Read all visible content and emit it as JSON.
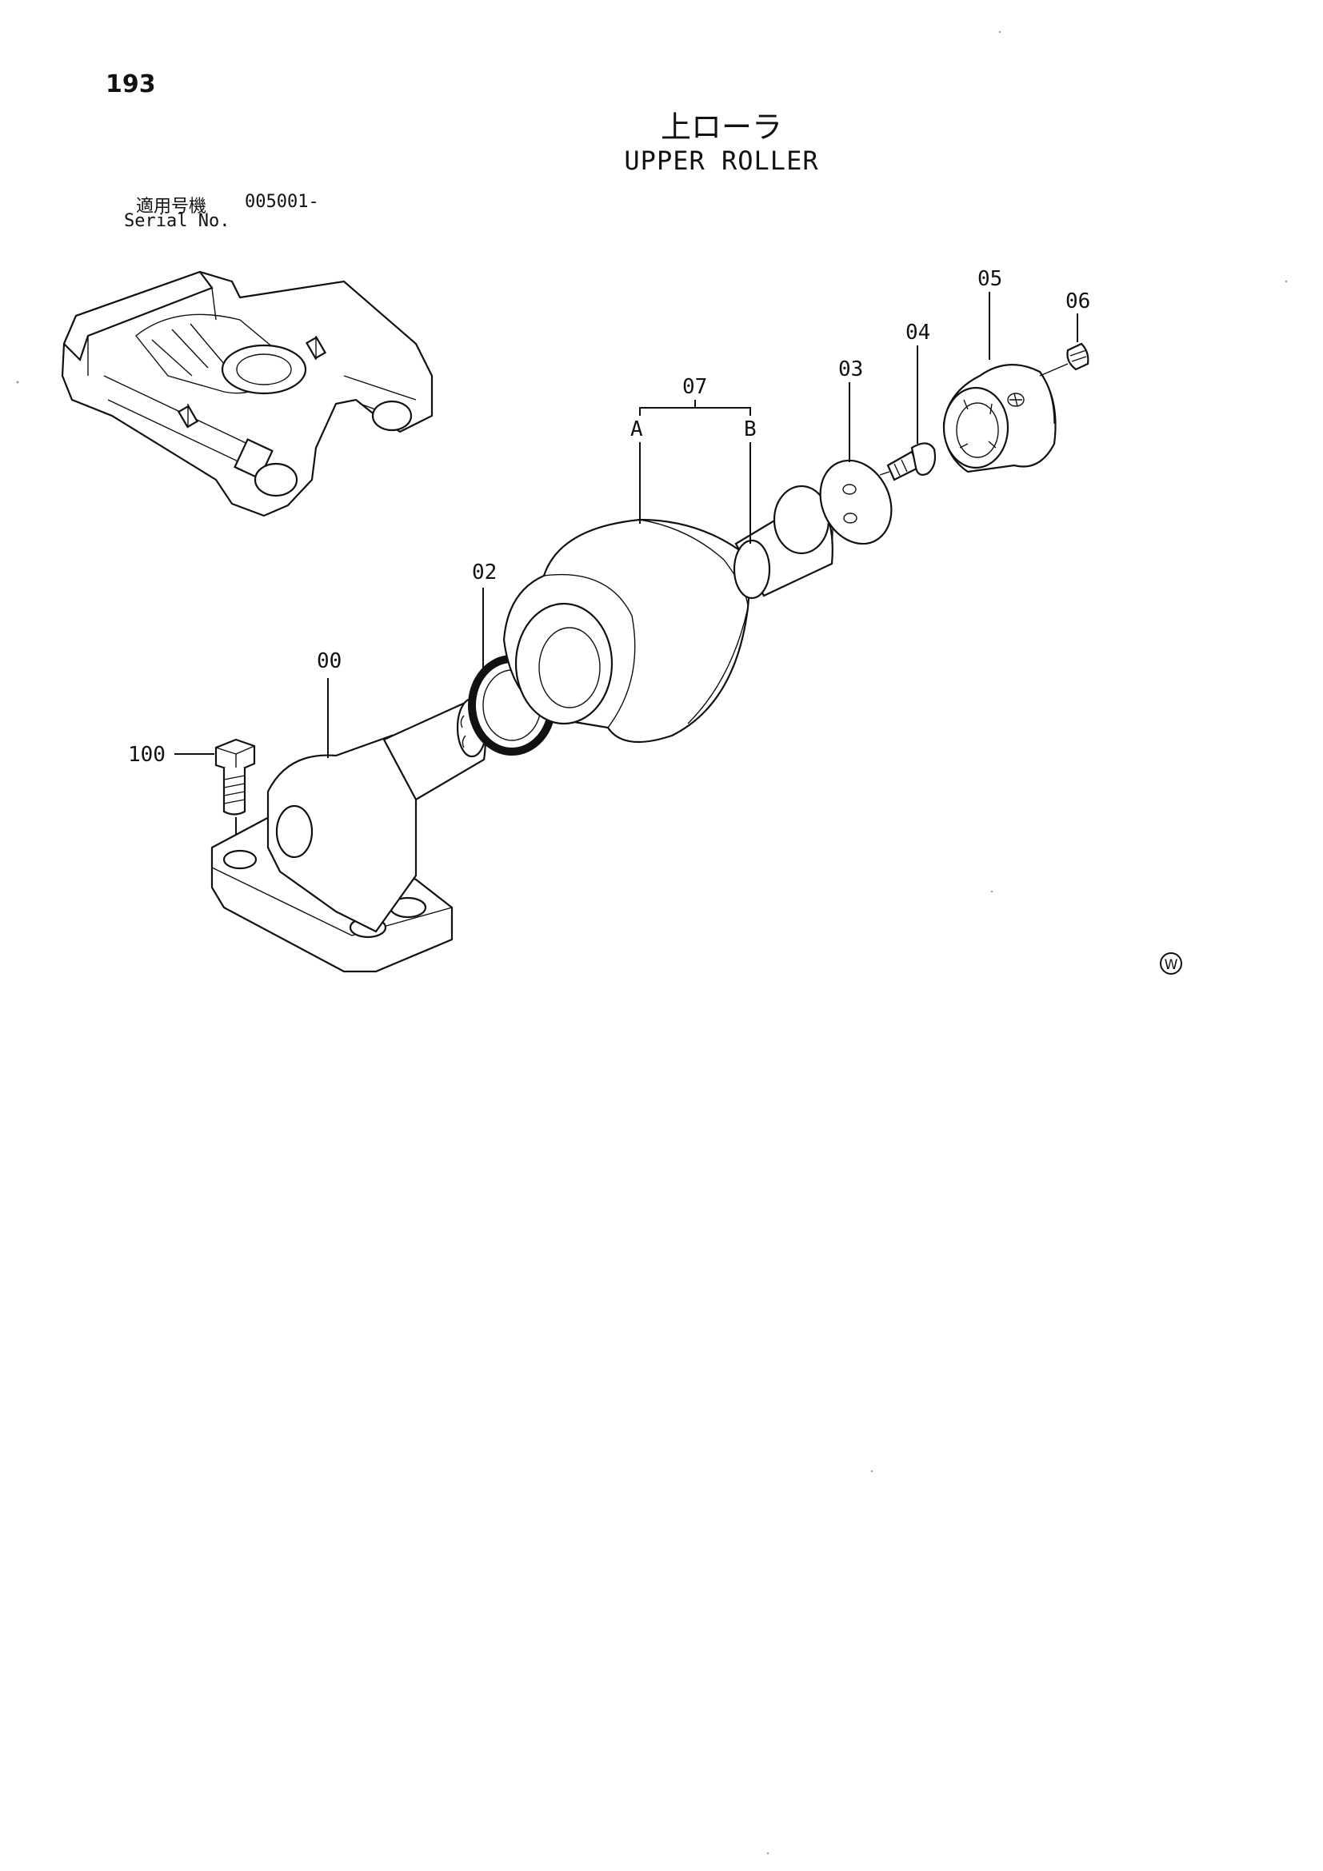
{
  "page_number": "193",
  "title_jp": "上ローラ",
  "title_en": "UPPER ROLLER",
  "serial": {
    "label_jp": "適用号機",
    "value": "005001-",
    "label_en": "Serial No."
  },
  "callouts": {
    "p00": "00",
    "p02": "02",
    "p03": "03",
    "p04": "04",
    "p05": "05",
    "p06": "06",
    "p07": "07",
    "p100": "100",
    "sub_a": "A",
    "sub_b": "B"
  },
  "watermark_mark": "W"
}
